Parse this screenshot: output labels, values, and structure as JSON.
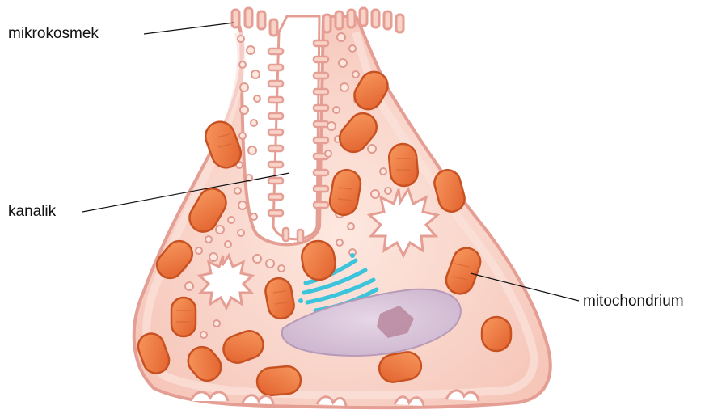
{
  "labels": {
    "microvilli": "mikrokosmek",
    "canaliculus": "kanalik",
    "mitochondrion": "mitochondrium"
  },
  "colors": {
    "cell_fill": "#f9d3c8",
    "cell_outline": "#e59e93",
    "cytoplasm_inner": "#fde5dd",
    "mitochondrion_fill": "#f07a45",
    "mitochondrion_outline": "#c85122",
    "golgi": "#3cc4dc",
    "nucleus": "#d7c3d8",
    "nucleolus": "#b8879e",
    "leader_line": "#111111"
  }
}
